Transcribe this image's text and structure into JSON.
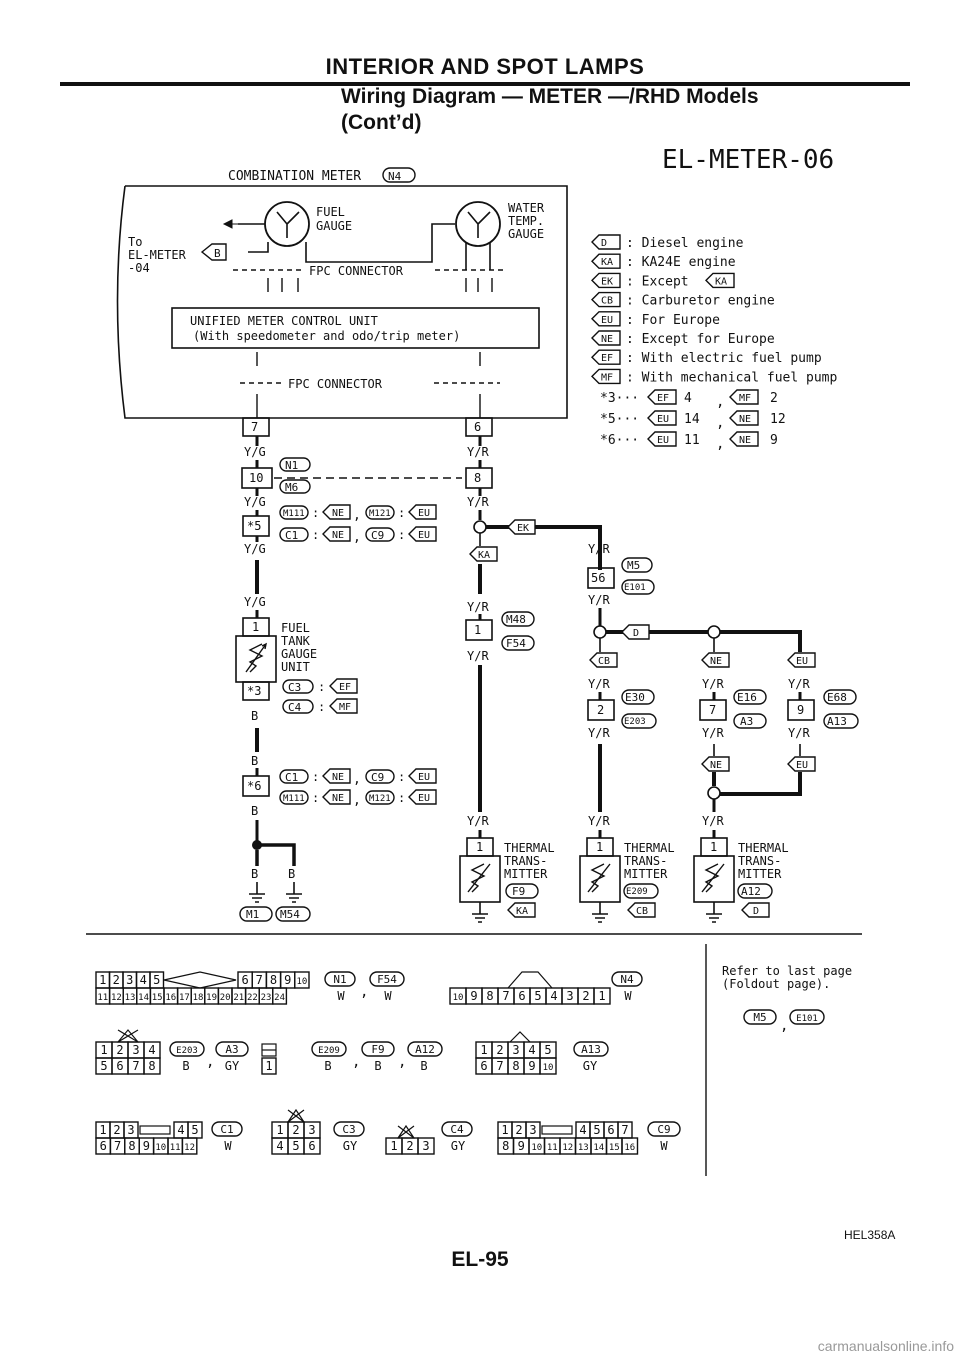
{
  "header": {
    "section": "INTERIOR AND SPOT LAMPS",
    "title_line1": "Wiring Diagram — METER —/RHD Models",
    "title_line2": "(Cont’d)"
  },
  "diagram": {
    "code": "EL-METER-06",
    "meter_title": "COMBINATION METER",
    "meter_conn": "N4",
    "fuel_gauge": [
      "FUEL",
      "GAUGE"
    ],
    "water_gauge": [
      "WATER",
      "TEMP.",
      "GAUGE"
    ],
    "to_label": [
      "To",
      "EL-METER",
      "-04"
    ],
    "to_conn": "B",
    "fpc": "FPC CONNECTOR",
    "unified_line1": "UNIFIED METER CONTROL UNIT",
    "unified_line2": "(With speedometer and odo/trip meter)",
    "legend": [
      {
        "tag": "D",
        "text": ": Diesel engine"
      },
      {
        "tag": "KA",
        "text": ": KA24E engine"
      },
      {
        "tag": "EK",
        "text": ": Except",
        "tag2": "KA"
      },
      {
        "tag": "CB",
        "text": ": Carburetor engine"
      },
      {
        "tag": "EU",
        "text": ": For Europe"
      },
      {
        "tag": "NE",
        "text": ": Except for Europe"
      },
      {
        "tag": "EF",
        "text": ": With electric fuel pump"
      },
      {
        "tag": "MF",
        "text": ": With mechanical fuel pump"
      }
    ],
    "notes": [
      {
        "star": "*3···",
        "t1": "EF",
        "v1": "4",
        "t2": "MF",
        "v2": "2"
      },
      {
        "star": "*5···",
        "t1": "EU",
        "v1": "14",
        "t2": "NE",
        "v2": "12"
      },
      {
        "star": "*6···",
        "t1": "EU",
        "v1": "11",
        "t2": "NE",
        "v2": "9"
      }
    ],
    "wires": {
      "yg": "Y/G",
      "yr": "Y/R",
      "b": "B"
    },
    "pins": {
      "p7": "7",
      "p6": "6",
      "p10": "10",
      "p8": "8",
      "p5": "*5",
      "p1": "1",
      "p3": "*3",
      "p6b": "*6",
      "p56": "56",
      "p1b": "1",
      "p2": "2",
      "p7b": "7",
      "p9": "9"
    },
    "conns": {
      "n1": "N1",
      "m6": "M6",
      "m5": "M5",
      "e101": "E101",
      "m48": "M48",
      "f54": "F54",
      "e30": "E30",
      "e203": "E203",
      "e16": "E16",
      "a3": "A3",
      "e68": "E68",
      "a13": "A13",
      "f9": "F9",
      "e209": "E209",
      "a12": "A12",
      "m1": "M1",
      "m54": "M54",
      "c3": "C3",
      "c4": "C4",
      "c1": "C1",
      "c9": "C9",
      "m111": "M111",
      "m121": "M121"
    },
    "fuel_unit": [
      "FUEL",
      "TANK",
      "GAUGE",
      "UNIT"
    ],
    "thermal": [
      "THERMAL",
      "TRANS-",
      "MITTER"
    ],
    "tags": {
      "ek": "EK",
      "ka": "KA",
      "d": "D",
      "cb": "CB",
      "ne": "NE",
      "eu": "EU",
      "ef": "EF",
      "mf": "MF"
    }
  },
  "connectors": {
    "c24": {
      "top": [
        "1",
        "2",
        "3",
        "4",
        "5",
        "6",
        "7",
        "8",
        "9",
        "10"
      ],
      "bottom": [
        "11",
        "12",
        "13",
        "14",
        "15",
        "16",
        "17",
        "18",
        "19",
        "20",
        "21",
        "22",
        "23",
        "24"
      ],
      "label1": "N1",
      "color1": "W",
      "label2": "F54",
      "color2": "W"
    },
    "c10": {
      "cells": [
        "10",
        "9",
        "8",
        "7",
        "6",
        "5",
        "4",
        "3",
        "2",
        "1"
      ],
      "label": "N4",
      "color": "W"
    },
    "refer": [
      "Refer to last page",
      "(Foldout page)."
    ],
    "refer_conns": [
      "M5",
      "E101"
    ],
    "c8": {
      "top": [
        "1",
        "2",
        "3",
        "4"
      ],
      "bottom": [
        "5",
        "6",
        "7",
        "8"
      ],
      "label1": "E203",
      "color1": "B",
      "label2": "A3",
      "color2": "GY"
    },
    "c1": {
      "cell": "1",
      "label1": "E209",
      "color1": "B",
      "label2": "F9",
      "color2": "B",
      "label3": "A12",
      "color3": "B"
    },
    "c10b": {
      "top": [
        "1",
        "2",
        "3",
        "4",
        "5"
      ],
      "bottom": [
        "6",
        "7",
        "8",
        "9",
        "10"
      ],
      "label": "A13",
      "color": "GY"
    },
    "c12": {
      "top": [
        "1",
        "2",
        "3",
        "4",
        "5"
      ],
      "bottom": [
        "6",
        "7",
        "8",
        "9",
        "10",
        "11",
        "12"
      ],
      "label": "C1",
      "color": "W"
    },
    "c6": {
      "top": [
        "1",
        "2",
        "3"
      ],
      "bottom": [
        "4",
        "5",
        "6"
      ],
      "label": "C3",
      "color": "GY"
    },
    "c3": {
      "cells": [
        "1",
        "2",
        "3"
      ],
      "label": "C4",
      "color": "GY"
    },
    "c16": {
      "top": [
        "1",
        "2",
        "3",
        "4",
        "5",
        "6",
        "7"
      ],
      "bottom": [
        "8",
        "9",
        "10",
        "11",
        "12",
        "13",
        "14",
        "15",
        "16"
      ],
      "label": "C9",
      "color": "W"
    }
  },
  "footer": {
    "code": "HEL358A",
    "page": "EL-95",
    "watermark": "carmanualsonline.info"
  }
}
